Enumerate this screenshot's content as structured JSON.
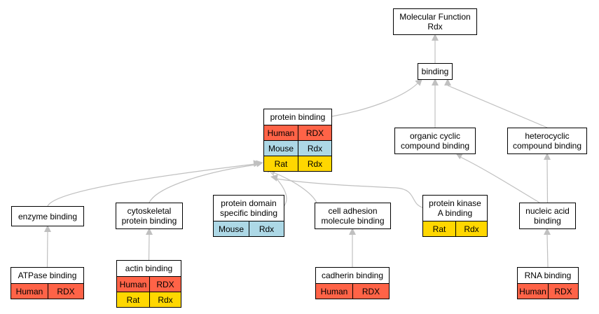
{
  "colors": {
    "edge": "#c0c0c0",
    "Human": "#ff6347",
    "Mouse": "#add8e6",
    "Rat": "#ffd700"
  },
  "nodes": [
    {
      "id": "molecular-function",
      "title": "Molecular Function\nRdx",
      "annotations": []
    },
    {
      "id": "binding",
      "title": "binding",
      "annotations": []
    },
    {
      "id": "protein-binding",
      "title": "protein binding",
      "annotations": [
        {
          "species": "Human",
          "gene": "RDX"
        },
        {
          "species": "Mouse",
          "gene": "Rdx"
        },
        {
          "species": "Rat",
          "gene": "Rdx"
        }
      ]
    },
    {
      "id": "organic-cyclic-compound-binding",
      "title": "organic cyclic\ncompound binding",
      "annotations": []
    },
    {
      "id": "heterocyclic-compound-binding",
      "title": "heterocyclic\ncompound binding",
      "annotations": []
    },
    {
      "id": "enzyme-binding",
      "title": "enzyme binding",
      "annotations": []
    },
    {
      "id": "cytoskeletal-protein-binding",
      "title": "cytoskeletal\nprotein binding",
      "annotations": []
    },
    {
      "id": "protein-domain-specific-binding",
      "title": "protein domain\nspecific binding",
      "annotations": [
        {
          "species": "Mouse",
          "gene": "Rdx"
        }
      ]
    },
    {
      "id": "cell-adhesion-molecule-binding",
      "title": "cell adhesion\nmolecule binding",
      "annotations": []
    },
    {
      "id": "protein-kinase-a-binding",
      "title": "protein kinase\nA binding",
      "annotations": [
        {
          "species": "Rat",
          "gene": "Rdx"
        }
      ]
    },
    {
      "id": "nucleic-acid-binding",
      "title": "nucleic acid\nbinding",
      "annotations": []
    },
    {
      "id": "atpase-binding",
      "title": "ATPase binding",
      "annotations": [
        {
          "species": "Human",
          "gene": "RDX"
        }
      ]
    },
    {
      "id": "actin-binding",
      "title": "actin binding",
      "annotations": [
        {
          "species": "Human",
          "gene": "RDX"
        },
        {
          "species": "Rat",
          "gene": "Rdx"
        }
      ]
    },
    {
      "id": "cadherin-binding",
      "title": "cadherin binding",
      "annotations": [
        {
          "species": "Human",
          "gene": "RDX"
        }
      ]
    },
    {
      "id": "rna-binding",
      "title": "RNA binding",
      "annotations": [
        {
          "species": "Human",
          "gene": "RDX"
        }
      ]
    }
  ],
  "edges": [
    {
      "from": "binding",
      "to": "molecular-function"
    },
    {
      "from": "protein-binding",
      "to": "binding"
    },
    {
      "from": "organic-cyclic-compound-binding",
      "to": "binding"
    },
    {
      "from": "heterocyclic-compound-binding",
      "to": "binding"
    },
    {
      "from": "enzyme-binding",
      "to": "protein-binding"
    },
    {
      "from": "cytoskeletal-protein-binding",
      "to": "protein-binding"
    },
    {
      "from": "protein-domain-specific-binding",
      "to": "protein-binding"
    },
    {
      "from": "cell-adhesion-molecule-binding",
      "to": "protein-binding"
    },
    {
      "from": "protein-kinase-a-binding",
      "to": "protein-binding"
    },
    {
      "from": "nucleic-acid-binding",
      "to": "organic-cyclic-compound-binding"
    },
    {
      "from": "nucleic-acid-binding",
      "to": "heterocyclic-compound-binding"
    },
    {
      "from": "atpase-binding",
      "to": "enzyme-binding"
    },
    {
      "from": "actin-binding",
      "to": "cytoskeletal-protein-binding"
    },
    {
      "from": "cadherin-binding",
      "to": "cell-adhesion-molecule-binding"
    },
    {
      "from": "rna-binding",
      "to": "nucleic-acid-binding"
    }
  ]
}
